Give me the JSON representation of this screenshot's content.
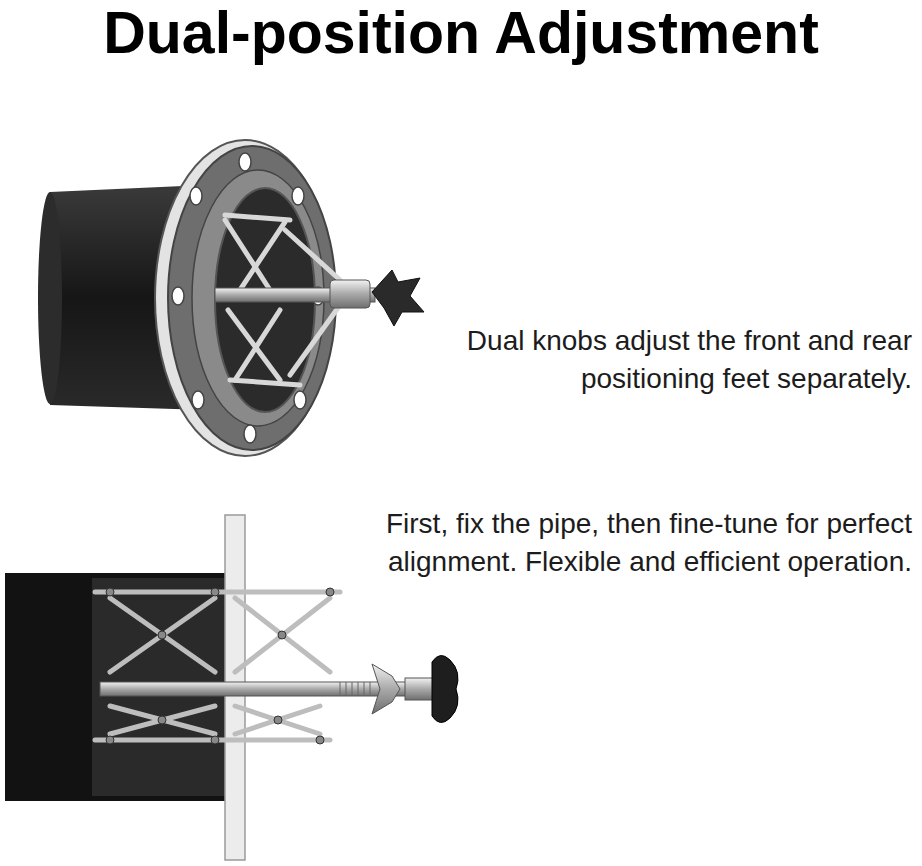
{
  "diagram": {
    "title": "Dual-position Adjustment",
    "labels": [
      "Dual knobs adjust the front and rear positioning feet separately.",
      "First, fix the pipe, then fine-tune for perfect alignment. Flexible and efficient operation."
    ]
  }
}
